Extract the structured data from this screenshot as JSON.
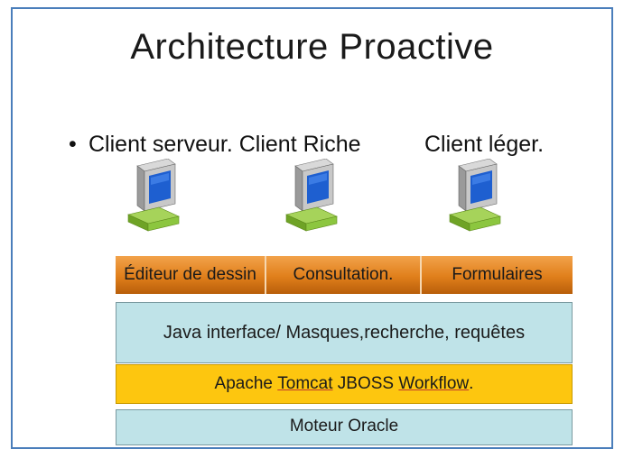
{
  "slide": {
    "title": "Architecture Proactive",
    "bullet_symbol": "•",
    "clients_left_label": "Client serveur. Client Riche",
    "clients_right_label": "Client léger.",
    "computer_icons": [
      "desktop-computer-icon",
      "desktop-computer-icon",
      "desktop-computer-icon"
    ]
  },
  "diagram": {
    "client_modules": [
      "Éditeur de dessin",
      "Consultation.",
      "Formulaires"
    ],
    "layers": {
      "java": "Java interface/ Masques,recherche, requêtes",
      "apache_prefix": "Apache ",
      "apache_tomcat": "Tomcat",
      "apache_middle": " JBOSS ",
      "apache_workflow": "Workflow",
      "apache_suffix": ".",
      "oracle": "Moteur Oracle"
    }
  },
  "colors": {
    "frame_border": "#4a7ebb",
    "client_bar": "#e07f1b",
    "java_layer": "#bfe3e8",
    "apache_layer": "#fdc60f",
    "oracle_layer": "#bfe3e8",
    "computer_screen": "#1e5fd0",
    "computer_base": "#8cc63f"
  }
}
